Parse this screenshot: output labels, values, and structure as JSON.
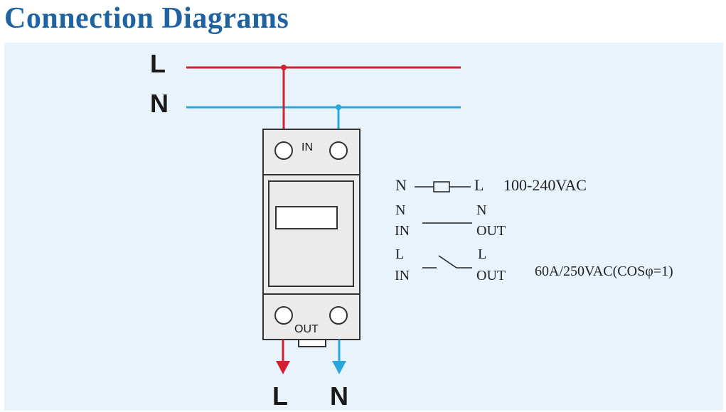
{
  "header": {
    "title": "Connection Diagrams"
  },
  "wires": {
    "top_l_label": "L",
    "top_n_label": "N",
    "bottom_l_label": "L",
    "bottom_n_label": "N"
  },
  "device": {
    "in_label": "IN",
    "out_label": "OUT"
  },
  "legend": {
    "row1_n": "N",
    "row1_l": "L",
    "row1_spec": "100-240VAC",
    "row2_n_top": "N",
    "row2_in": "IN",
    "row2_n_right": "N",
    "row2_out": "OUT",
    "row3_l_top": "L",
    "row3_in": "IN",
    "row3_l_right": "L",
    "row3_out": "OUT",
    "row3_spec": "60A/250VAC(COSφ=1)"
  },
  "colors": {
    "title": "#1f63a3",
    "live_wire": "#d42030",
    "neutral_wire": "#2aa8dc",
    "panel_bg": "#e8f3fb"
  }
}
